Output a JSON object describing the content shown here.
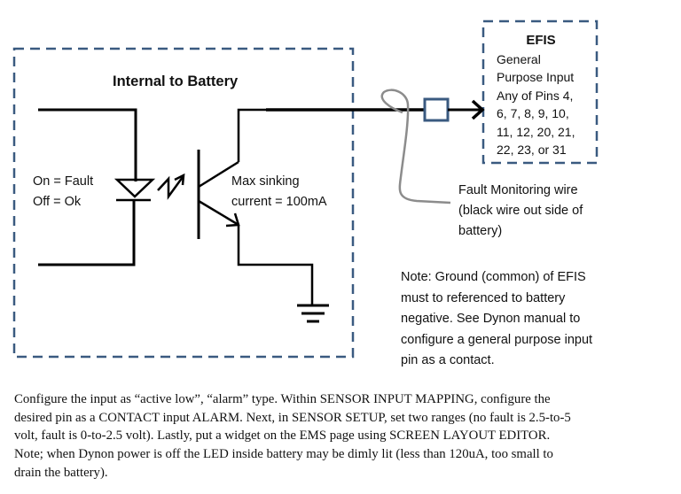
{
  "diagram": {
    "internal_box": {
      "title": "Internal to Battery",
      "led_label_lines": [
        "On = Fault",
        "Off = Ok"
      ],
      "transistor_label_lines": [
        "Max sinking",
        "current = 100mA"
      ]
    },
    "efis_box": {
      "title": "EFIS",
      "lines": [
        "General",
        "Purpose Input",
        "Any of Pins 4,",
        "6, 7, 8, 9, 10,",
        "11, 12, 20, 21,",
        "22, 23, or 31"
      ]
    },
    "wire_label_lines": [
      "Fault Monitoring wire",
      "(black wire out side of",
      "battery)"
    ],
    "note_lines": [
      "Note: Ground (common) of EFIS",
      "must to referenced to battery",
      "negative.  See Dynon manual to",
      "configure a general purpose input",
      "pin as a contact."
    ],
    "colors": {
      "dashed_border": "#3a5a80",
      "wire": "#000000",
      "loop_wire": "#8c8c8c",
      "connector": "#3a5a80"
    }
  },
  "description_lines": [
    "Configure the input as “active low”, “alarm” type.  Within SENSOR INPUT MAPPING, configure the",
    "desired pin as a CONTACT input ALARM.  Next, in SENSOR SETUP, set two ranges (no fault is 2.5-to-5",
    "volt, fault is 0-to-2.5 volt).  Lastly, put a widget on the EMS page using SCREEN LAYOUT EDITOR.",
    "Note; when Dynon power is off the LED inside battery may be dimly lit (less than 120uA, too small to",
    "drain the battery)."
  ]
}
